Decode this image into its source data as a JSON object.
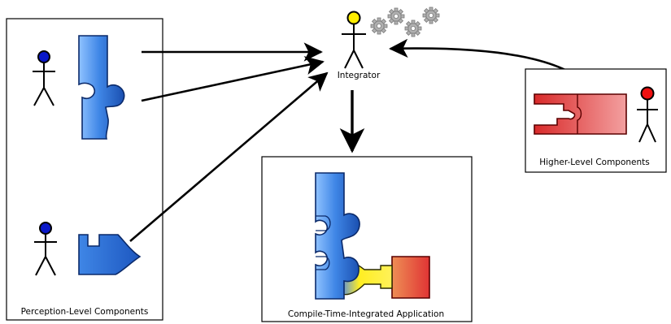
{
  "diagram": {
    "integrator_label": "Integrator",
    "perception_box_label": "Perception-Level Components",
    "higher_box_label": "Higher-Level Components",
    "application_box_label": "Compile-Time-Integrated Application",
    "colors": {
      "perception_actor": "#0000cc",
      "integrator_actor": "#ffee00",
      "higher_actor": "#ee1111",
      "blue_piece": "#2f6fd0",
      "red_piece": "#e03a3a",
      "yellow_glue": "#ffee22",
      "gear": "#aaaaaa"
    },
    "icons": [
      "stick-figure-icon",
      "puzzle-piece-icon",
      "gear-icon",
      "arrow-icon"
    ]
  }
}
